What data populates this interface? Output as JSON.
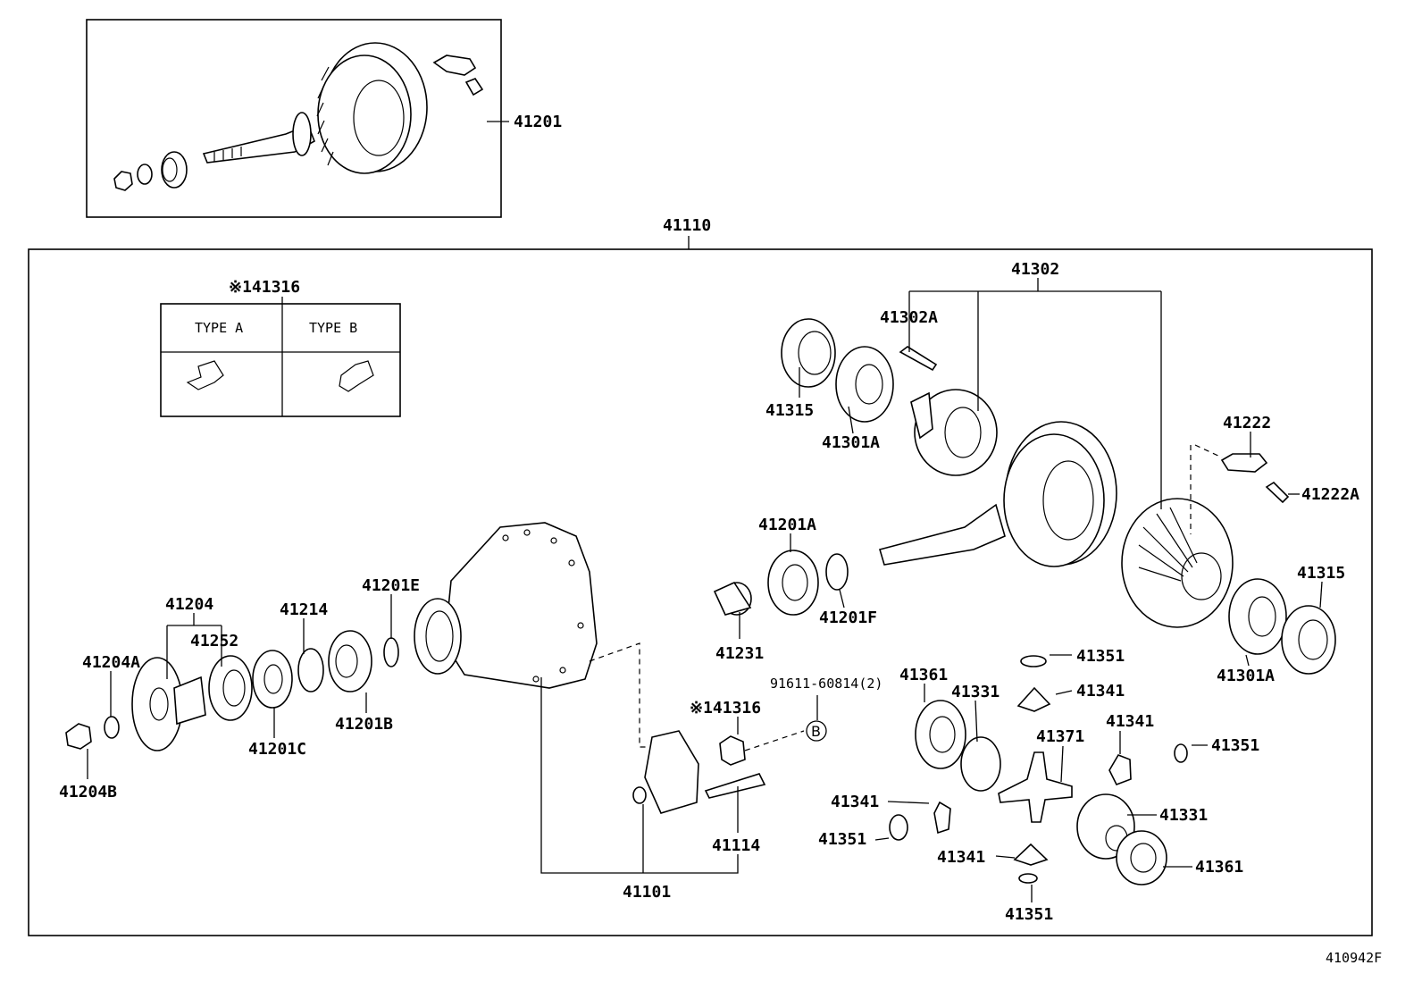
{
  "diagram_id": "410942F",
  "ring_gear_kit": {
    "part_no": "41201"
  },
  "assembly": {
    "part_no": "41110"
  },
  "clip_table": {
    "title": "※141316",
    "type_a": "TYPE  A",
    "type_b": "TYPE  B"
  },
  "callouts": {
    "c41302": "41302",
    "c41302A": "41302A",
    "c41315_top": "41315",
    "c41301A_top": "41301A",
    "c41222": "41222",
    "c41222A": "41222A",
    "c41315_right": "41315",
    "c41301A_right": "41301A",
    "c41201A": "41201A",
    "c41231": "41231",
    "c41201F": "41201F",
    "c41204": "41204",
    "c41252": "41252",
    "c41214": "41214",
    "c41201E": "41201E",
    "c41204A": "41204A",
    "c41204B": "41204B",
    "c41201C": "41201C",
    "c41201B": "41201B",
    "bolt_spec": "91611-60814(2)",
    "ref_b": "B",
    "c41316": "※141316",
    "c41114": "41114",
    "c41101": "41101",
    "c41361_top": "41361",
    "c41331_top": "41331",
    "c41351_a": "41351",
    "c41341_a": "41341",
    "c41341_b": "41341",
    "c41351_b": "41351",
    "c41371": "41371",
    "c41341_c": "41341",
    "c41351_c": "41351",
    "c41331_b": "41331",
    "c41341_d": "41341",
    "c41361_b": "41361",
    "c41351_d": "41351"
  },
  "icons": [
    "ring-gear-icon",
    "pinion-shaft-icon",
    "bearing-icon",
    "nut-icon",
    "washer-icon",
    "bolt-icon",
    "clip-icon",
    "differential-carrier-icon",
    "differential-case-icon",
    "spider-gear-icon",
    "thrust-washer-icon",
    "bearing-cap-icon",
    "companion-flange-icon",
    "oil-seal-icon",
    "spacer-icon",
    "adjusting-nut-icon"
  ]
}
